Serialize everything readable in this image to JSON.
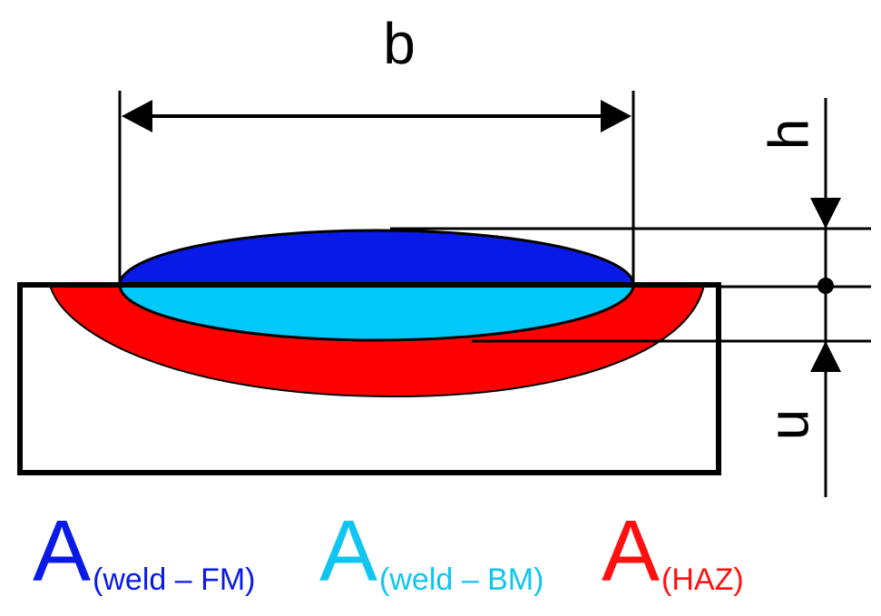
{
  "labels": {
    "width": "b",
    "reinforcement": "h",
    "penetration": "u"
  },
  "legend": [
    {
      "main": "A",
      "sub": "(weld – FM)",
      "color": "#0a1ae6"
    },
    {
      "main": "A",
      "sub": "(weld – BM)",
      "color": "#10c6f0"
    },
    {
      "main": "A",
      "sub": "(HAZ)",
      "color": "#ff1010"
    }
  ],
  "colors": {
    "weld_fm": "#0a1ae6",
    "weld_bm": "#00c8f8",
    "haz": "#ff0000",
    "line": "#000000"
  }
}
